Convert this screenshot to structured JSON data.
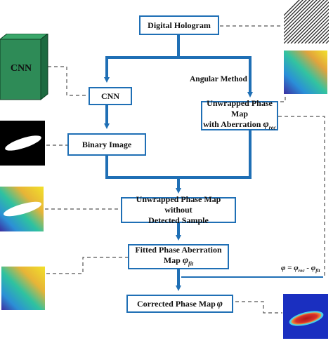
{
  "boxes": {
    "digital_hologram": "Digital Hologram",
    "cnn": "CNN",
    "binary_image": "Binary Image",
    "unwrapped_aberration_line1": "Unwrapped Phase Map",
    "unwrapped_aberration_line2": "with Aberration ",
    "unwrapped_aberration_symbol": "φ",
    "unwrapped_aberration_sub": "rec",
    "unwrapped_without_line1": "Unwrapped Phase Map without",
    "unwrapped_without_line2": "Detected Sample",
    "fitted_line1": "Fitted Phase Aberration",
    "fitted_line2": "Map ",
    "fitted_symbol": "φ",
    "fitted_sub": "fit",
    "corrected_text": "Corrected Phase Map ",
    "corrected_symbol": "φ"
  },
  "labels": {
    "angular_method": "Angular Method",
    "cnn_cube": "CNN",
    "equation_lhs": "φ = φ",
    "equation_sub1": "rec",
    "equation_mid": " - φ",
    "equation_sub2": "fit"
  },
  "colors": {
    "box_border": "#1f6fb5",
    "arrow": "#1f6fb5",
    "cube_front": "#2e8b57",
    "cube_top": "#3aa76a",
    "cube_side": "#1d6b41"
  }
}
